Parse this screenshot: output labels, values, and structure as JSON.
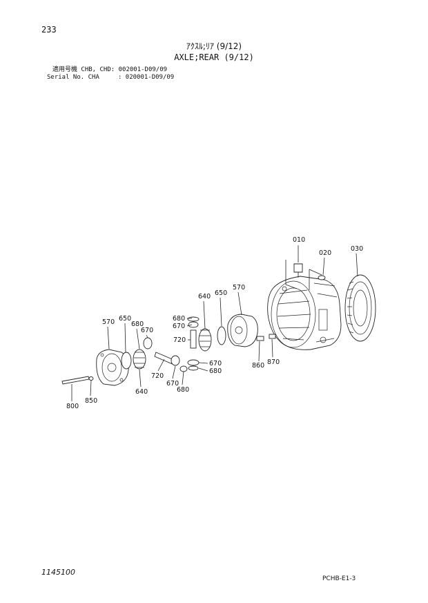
{
  "page_number": "233",
  "title_jp": "ｱｸｽﾙ;ﾘｱ (9/12)",
  "title_en": "AXLE;REAR (9/12)",
  "serial_line_1": "適用号機 CHB, CHD: 002001-D09/09",
  "serial_line_2": "Serial No. CHA     : 020001-D09/09",
  "document_number": "1145100",
  "catalog_code": "PCHB-E1-3",
  "part_labels": {
    "p010": "010",
    "p020": "020",
    "p030": "030",
    "p570_right": "570",
    "p650_right": "650",
    "p640_right": "640",
    "p680_a": "680",
    "p670_a": "670",
    "p720_a": "720",
    "p670_b": "670",
    "p680_b": "680",
    "p860": "860",
    "p870": "870",
    "p570_left": "570",
    "p650_left": "650",
    "p680_left": "680",
    "p670_left": "670",
    "p640_left": "640",
    "p720_left": "720",
    "p670_c": "670",
    "p680_c": "680",
    "p800": "800",
    "p850": "850"
  }
}
